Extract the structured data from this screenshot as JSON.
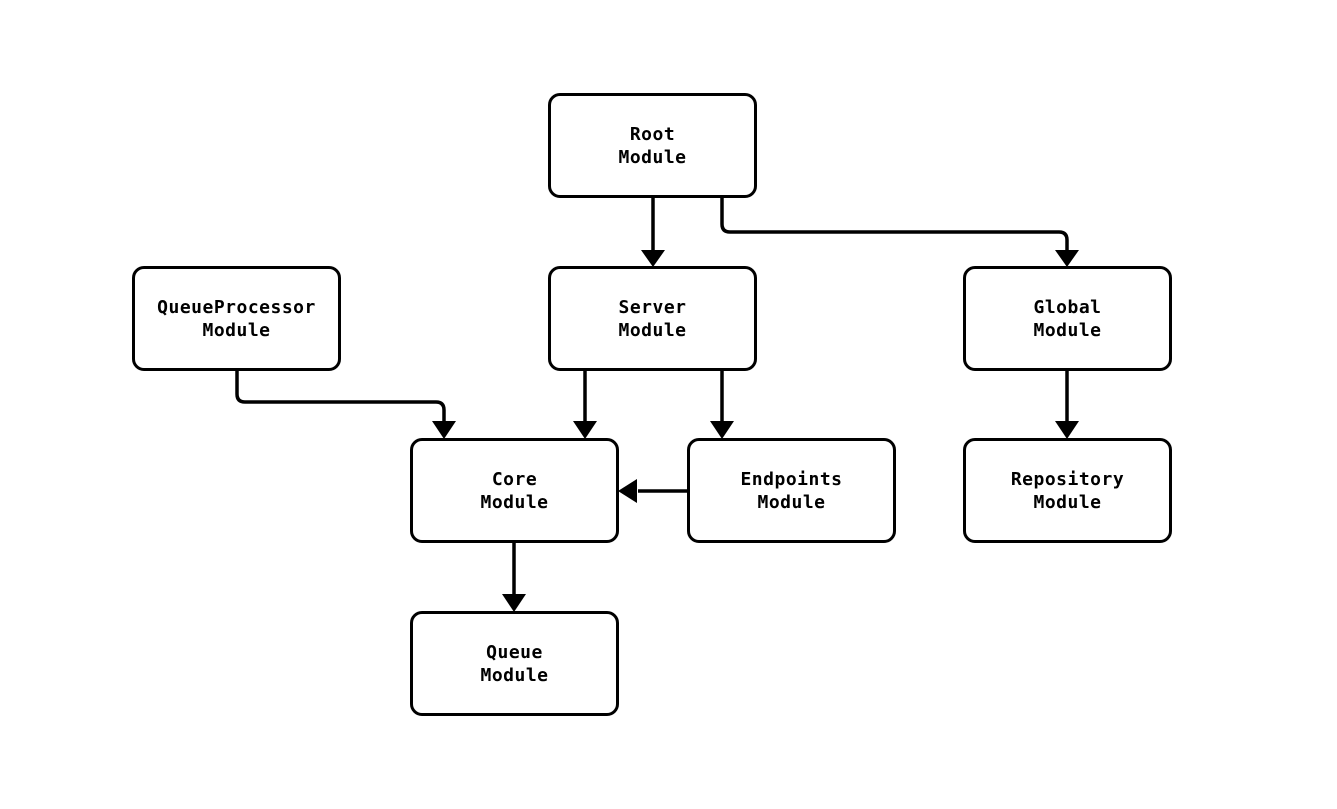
{
  "page": {
    "background_color": "#ffffff",
    "stroke_color": "#000000",
    "node_fill_color": "#ffffff"
  },
  "diagram": {
    "type": "flowchart",
    "direction": "top-down",
    "nodes": {
      "root": {
        "line1": "Root",
        "line2": "Module"
      },
      "server": {
        "line1": "Server",
        "line2": "Module"
      },
      "queueprocessor": {
        "line1": "QueueProcessor",
        "line2": "Module"
      },
      "global": {
        "line1": "Global",
        "line2": "Module"
      },
      "core": {
        "line1": "Core",
        "line2": "Module"
      },
      "endpoints": {
        "line1": "Endpoints",
        "line2": "Module"
      },
      "repository": {
        "line1": "Repository",
        "line2": "Module"
      },
      "queue": {
        "line1": "Queue",
        "line2": "Module"
      }
    },
    "edges": [
      {
        "from": "Root Module",
        "to": "Server Module"
      },
      {
        "from": "Root Module",
        "to": "Global Module"
      },
      {
        "from": "QueueProcessor Module",
        "to": "Core Module"
      },
      {
        "from": "Server Module",
        "to": "Core Module"
      },
      {
        "from": "Server Module",
        "to": "Endpoints Module"
      },
      {
        "from": "Endpoints Module",
        "to": "Core Module"
      },
      {
        "from": "Global Module",
        "to": "Repository Module"
      },
      {
        "from": "Core Module",
        "to": "Queue Module"
      }
    ]
  }
}
